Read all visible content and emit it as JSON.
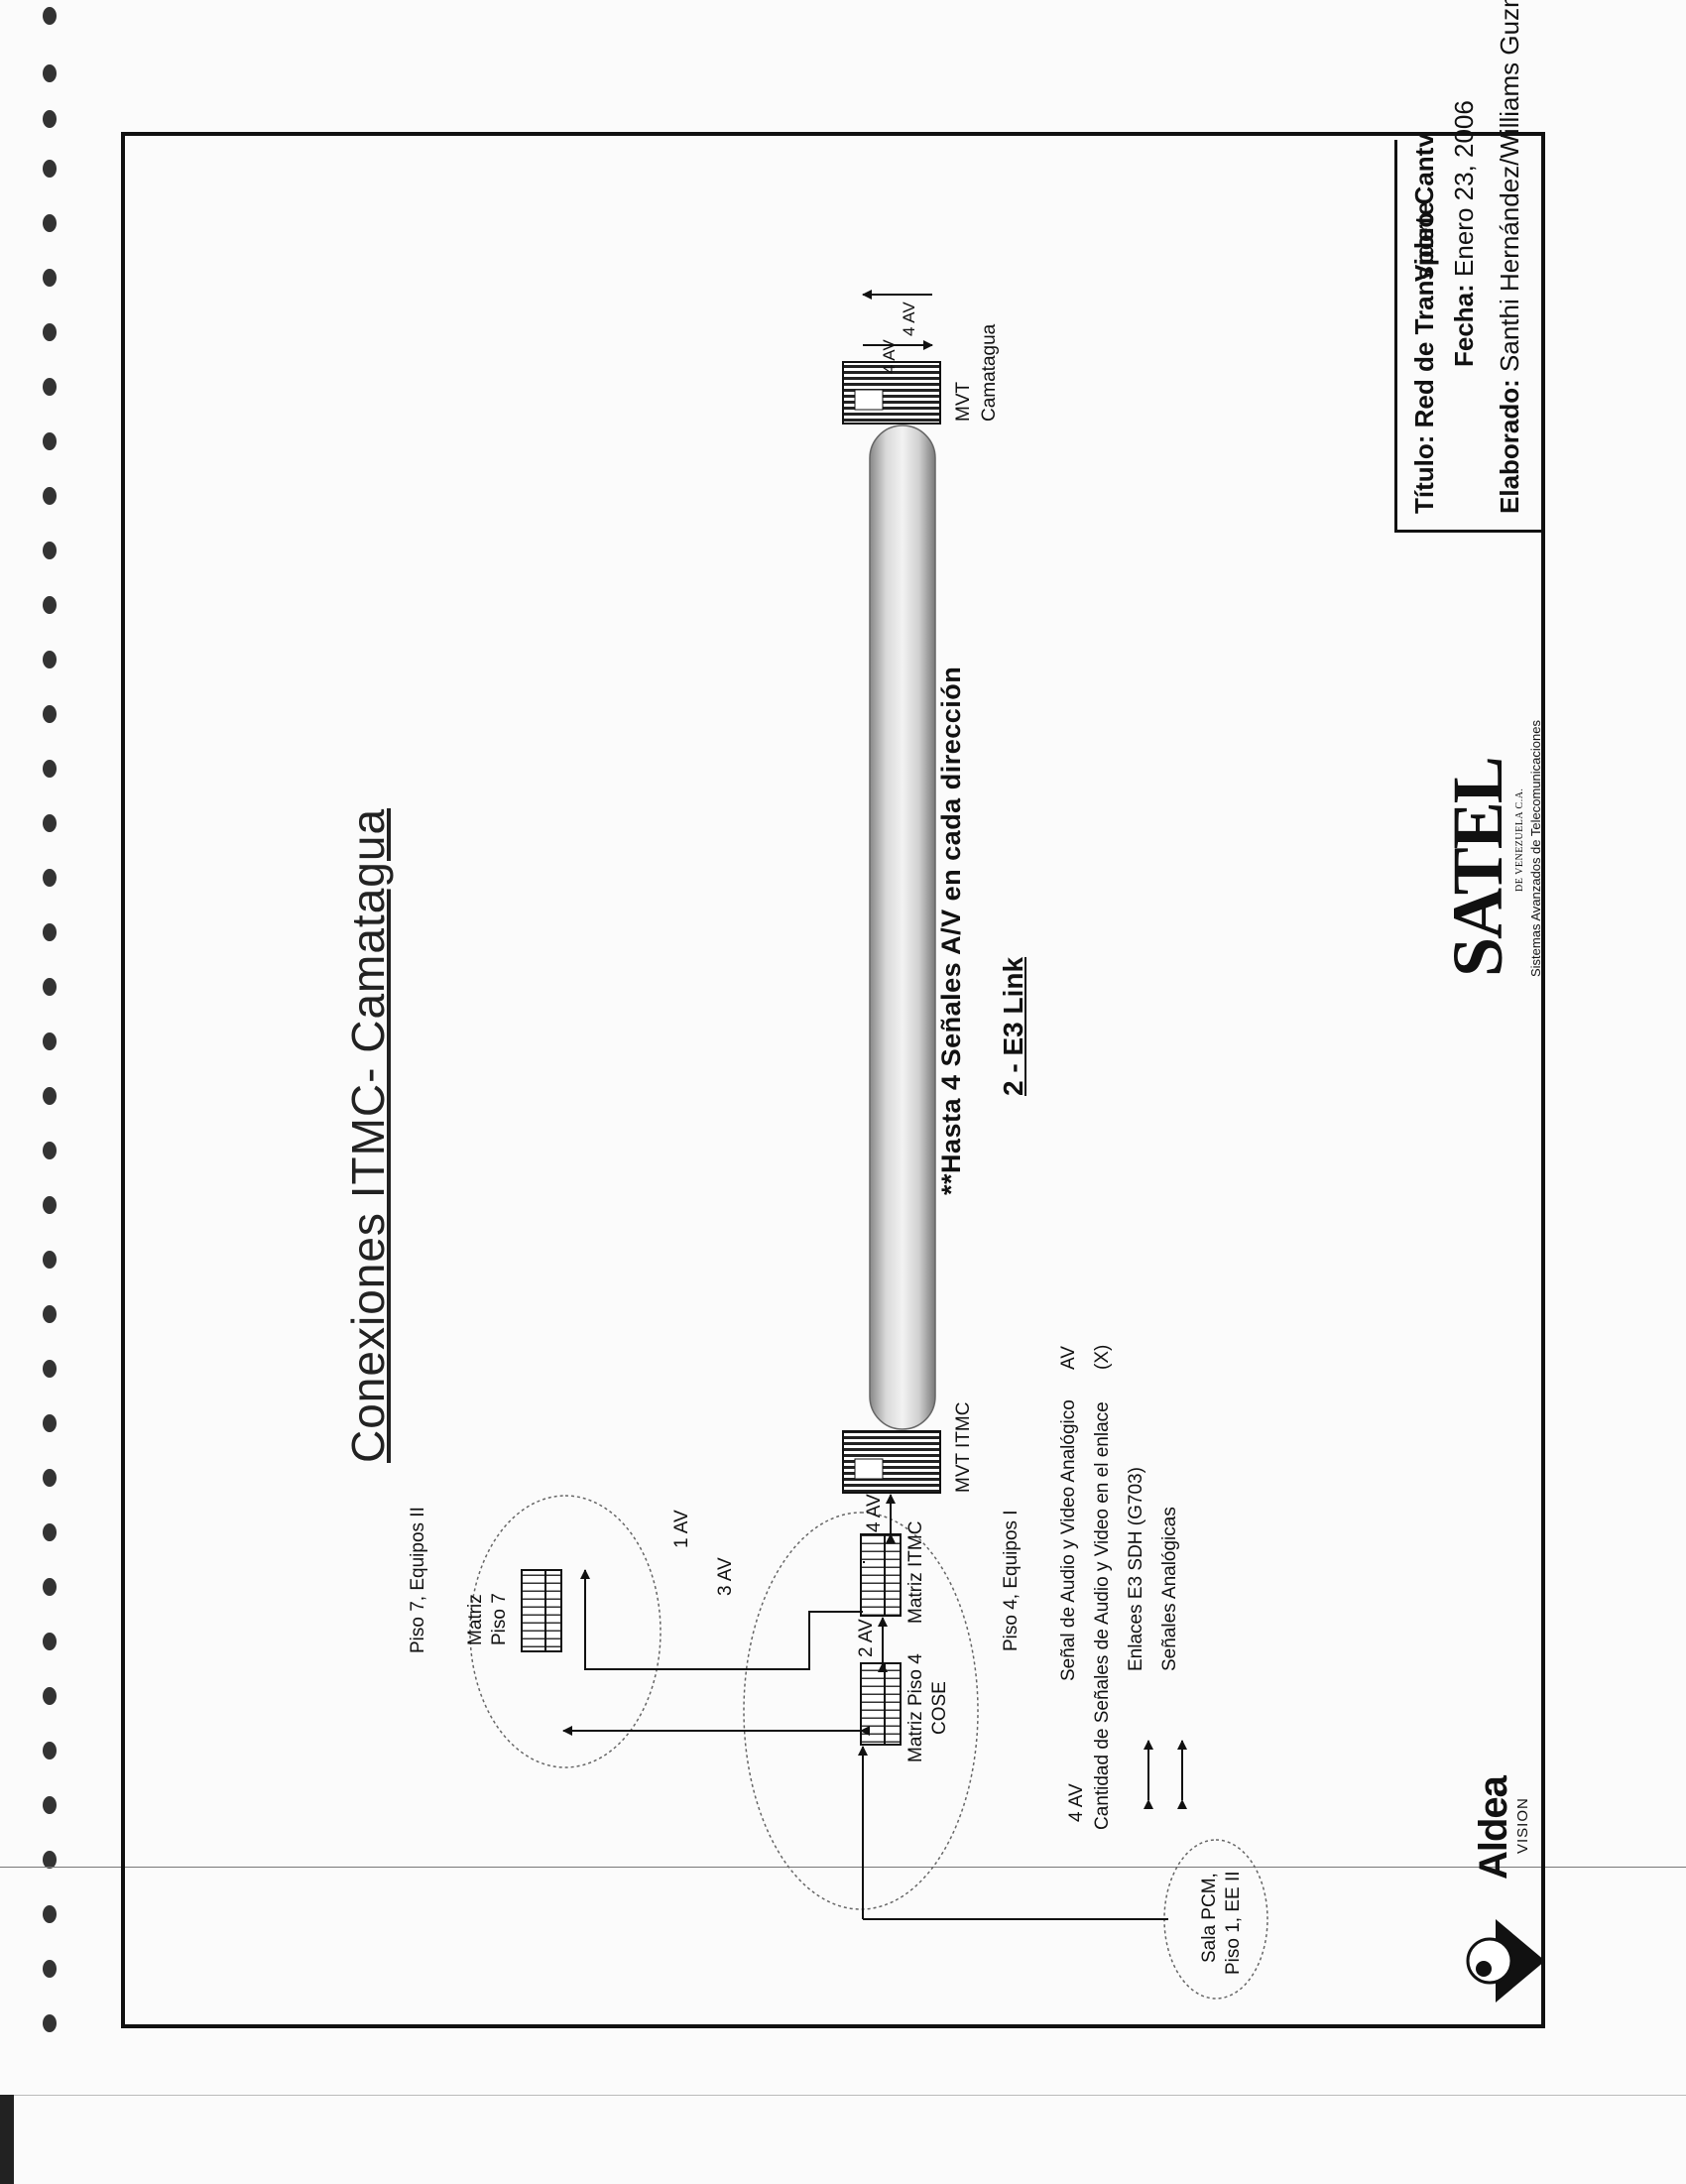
{
  "diagram": {
    "title": "Conexiones ITMC- Camatagua",
    "headline": "**Hasta 4 Señales A/V en cada dirección",
    "link_label": "2 - E3 Link",
    "nodes": {
      "mvt_itmc": "MVT ITMC",
      "mvt_camatagua_line1": "MVT",
      "mvt_camatagua_line2": "Camatagua",
      "matriz_itmc": "Matriz ITMC",
      "matriz_piso4_line1": "Matriz Piso 4",
      "matriz_piso4_line2": "COSE",
      "matriz_piso7_line1": "Matriz",
      "matriz_piso7_line2": "Piso 7",
      "sala_pcm_line1": "Sala PCM,",
      "sala_pcm_line2": "Piso 1, EE II"
    },
    "groups": {
      "piso7": "Piso 7, Equipos II",
      "piso4": "Piso 4, Equipos I"
    },
    "edges": {
      "itmc_to_mvt": "4 AV",
      "piso4_to_itmc": "2 AV",
      "itmc_to_piso7": "1 AV",
      "piso4_to_piso7": "3 AV",
      "sala_to_piso4": "4 AV",
      "camatagua_out": "4 AV",
      "camatagua_in": "4 AV"
    }
  },
  "legend": {
    "row1_label": "Señal de Audio y Video Analógico",
    "row1_symbol": "AV",
    "row2_label": "Cantidad de Señales de Audio y Video en el enlace",
    "row2_symbol": "(X)",
    "row3_label": "Enlaces E3 SDH (G703)",
    "row4_label": "Señales Analógicas"
  },
  "logos": {
    "aldea_name": "Aldea",
    "aldea_sub": "VISION",
    "satel_name": "SATEL",
    "satel_country": "DE VENEZUELA C.A.",
    "satel_tagline": "Sistemas Avanzados de Telecomunicaciones"
  },
  "title_block": {
    "titulo_label": "Título:",
    "titulo_value": "Red de Transporte",
    "client": "Video Cantv",
    "fecha_label": "Fecha:",
    "fecha_value": "Enero 23, 2006",
    "elaborado_label": "Elaborado:",
    "elaborado_value": "Santhi Hernández/Williams Guzmán"
  }
}
